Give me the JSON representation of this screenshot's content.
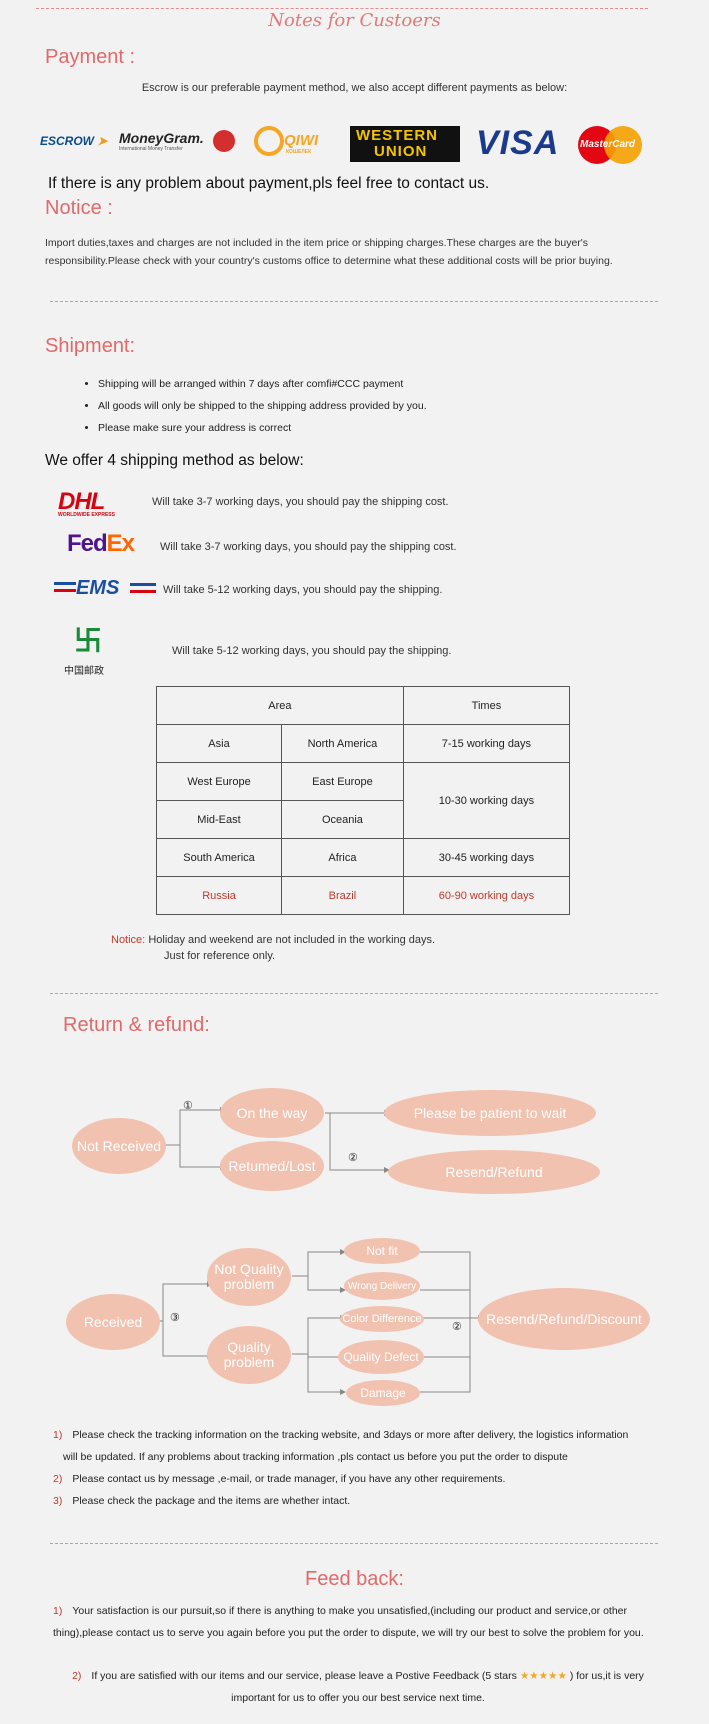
{
  "header": {
    "title": "Notes for Custoers"
  },
  "payment": {
    "heading": "Payment :",
    "intro": "Escrow is our preferable payment method, we also accept different payments as below:",
    "logos": {
      "escrow": "ESCROW",
      "moneygram": "MoneyGram.",
      "moneygram_sub": "International Money Transfer",
      "qiwi": "QIWI",
      "qiwi_sub": "КОШЕЛЕК",
      "wu1": "WESTERN",
      "wu2": "UNION",
      "visa": "VISA",
      "mastercard": "MasterCard"
    },
    "contact": "If there is any problem about payment,pls feel free to contact us."
  },
  "notice": {
    "heading": "Notice :",
    "text": "Import duties,taxes and charges are not included in the item price or shipping charges.These charges are the buyer's responsibility.Please check with your country's customs office to determine what these additional costs will be prior buying."
  },
  "shipment": {
    "heading": "Shipment:",
    "bullets": [
      "Shipping will be arranged within 7 days after comfi#CCC payment",
      "All goods will only be shipped to the shipping address provided by you.",
      "Please make sure your address is correct"
    ],
    "offer_heading": "We offer 4 shipping method as below:",
    "carriers": {
      "dhl": "DHL",
      "dhl_sub": "WORLDWIDE EXPRESS",
      "fedex_a": "Fed",
      "fedex_b": "Ex",
      "ems": "EMS",
      "chinapost": "中国邮政"
    },
    "methods": [
      "Will take 3-7 working days, you should pay the shipping cost.",
      "Will take 3-7 working days, you should pay the shipping cost.",
      "Will take 5-12 working days, you should pay the shipping.",
      "Will take 5-12 working days, you should pay the shipping."
    ],
    "table": {
      "area": "Area",
      "times": "Times",
      "r1": [
        "Asia",
        "North America",
        "7-15 working days"
      ],
      "r2": [
        "West Europe",
        "East Europe",
        "10-30 working days"
      ],
      "r3": [
        "Mid-East",
        "Oceania"
      ],
      "r4": [
        "South America",
        "Africa",
        "30-45 working days"
      ],
      "r5": [
        "Russia",
        "Brazil",
        "60-90 working days"
      ]
    },
    "notice_label": "Notice:",
    "notice_text": "Holiday and weekend are not included in the working days.",
    "notice_text2": "Just for reference only."
  },
  "refund": {
    "heading": "Return & refund:",
    "d1": {
      "not_received": "Not Received",
      "on_the_way": "On the way",
      "returned_lost": "Retumed/Lost",
      "be_patient": "Please be patient to wait",
      "resend_refund": "Resend/Refund",
      "c1": "①",
      "c2": "②"
    },
    "d2": {
      "received": "Received",
      "not_quality": "Not Quality problem",
      "quality": "Quality problem",
      "not_fit": "Not fit",
      "wrong_delivery": "Wrong Delivery",
      "color_diff": "Color Difference",
      "quality_defect": "Quality Defect",
      "damage": "Damage",
      "resend_refund_discount": "Resend/Refund/Discount",
      "c3": "③",
      "c2": "②"
    },
    "notes": [
      {
        "n": "1)",
        "t": "Please check the tracking information on the tracking website, and 3days or more after delivery, the logistics information"
      },
      {
        "n": "",
        "t": "will be updated. If any problems about tracking information ,pls contact us before you put the order to dispute"
      },
      {
        "n": "2)",
        "t": "Please contact us by message ,e-mail, or trade manager, if you have any other requirements."
      },
      {
        "n": "3)",
        "t": "Please check the package and the items are whether intact."
      }
    ]
  },
  "feedback": {
    "heading": "Feed back:",
    "p1_n": "1)",
    "p1": "Your satisfaction is our pursuit,so if there is anything to make you unsatisfied,(including our product and service,or other thing),please contact us to serve you again before you put the order to dispute, we will try our best to solve the problem for you.",
    "p2_n": "2)",
    "p2a": "If you are satisfied with our items and our service, please leave a Postive Feedback (5 stars",
    "stars": "★★★★★",
    "p2b": ") for us,it is very important for us to offer you our best service next time."
  },
  "colors": {
    "accent": "#e06a6a",
    "oval": "#f2c2b0",
    "dash": "#e88a8a"
  }
}
